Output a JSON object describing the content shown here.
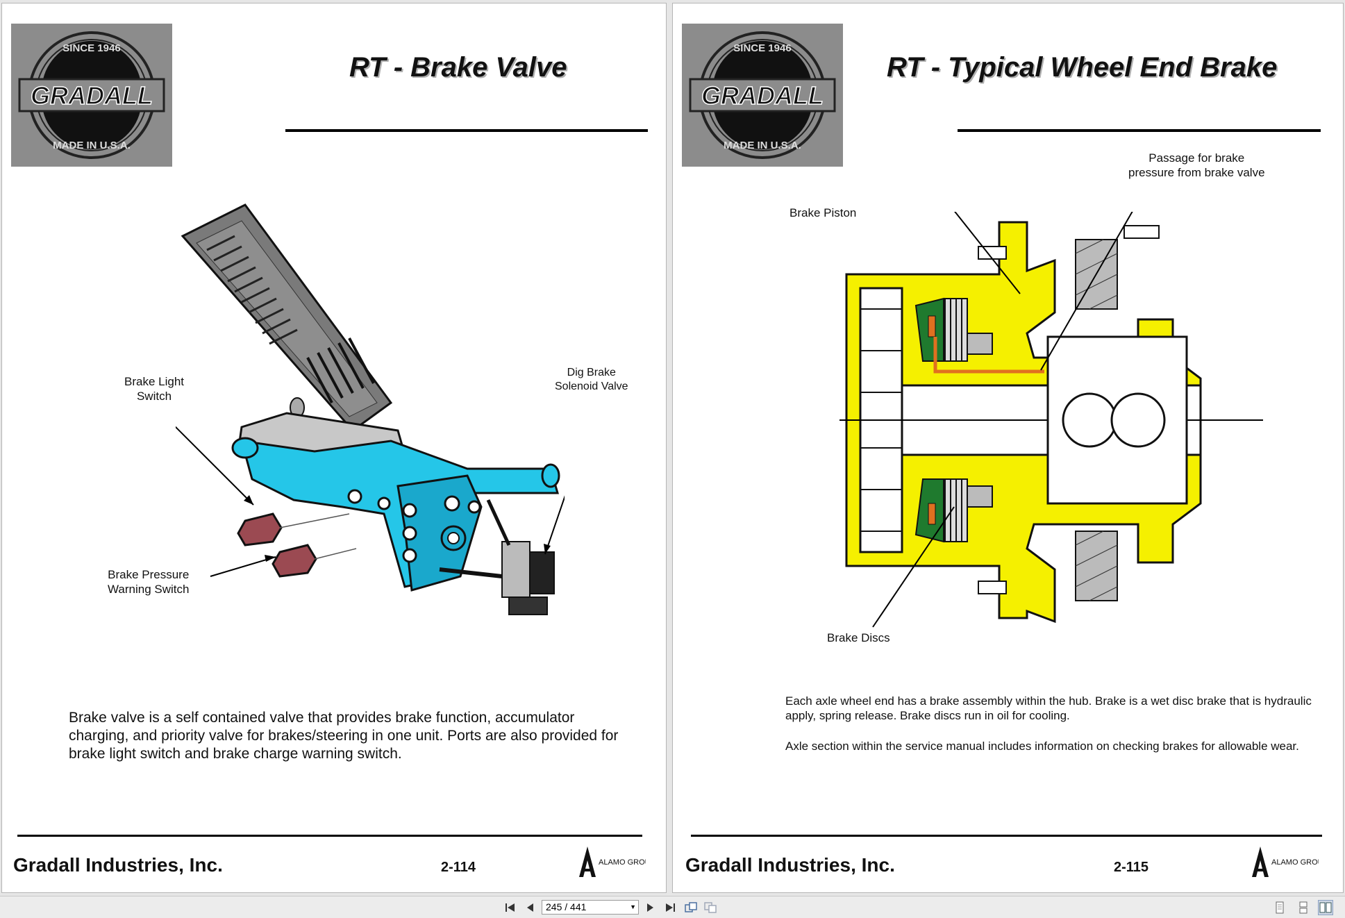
{
  "viewer": {
    "page_indicator": "245 / 441"
  },
  "left_page": {
    "logo": {
      "top": "SINCE 1946",
      "name": "GRADALL",
      "bottom": "MADE IN U.S.A."
    },
    "title": "RT - Brake Valve",
    "callouts": {
      "brake_light": [
        "Brake Light",
        "Switch"
      ],
      "dig_brake": [
        "Dig Brake",
        "Solenoid Valve"
      ],
      "brake_pressure": [
        "Brake Pressure",
        "Warning Switch"
      ]
    },
    "body": "Brake valve is a self contained valve that provides brake function, accumulator charging, and priority valve for brakes/steering in one unit. Ports are also provided for brake light switch and brake charge warning switch.",
    "company": "Gradall Industries, Inc.",
    "page_number": "2-114",
    "alamo": "ALAMO GROUP"
  },
  "right_page": {
    "logo": {
      "top": "SINCE 1946",
      "name": "GRADALL",
      "bottom": "MADE IN U.S.A."
    },
    "title": "RT - Typical Wheel End Brake",
    "callouts": {
      "passage": [
        "Passage for brake",
        "pressure from brake valve"
      ],
      "piston": "Brake Piston",
      "discs": "Brake Discs"
    },
    "body_1": "Each axle wheel end has a brake assembly within the hub. Brake is a wet disc brake that is hydraulic apply, spring release. Brake discs run in oil for cooling.",
    "body_2": "Axle section within the service manual includes information on checking brakes for allowable wear.",
    "company": "Gradall Industries, Inc.",
    "page_number": "2-115",
    "alamo": "ALAMO GROUP"
  },
  "colors": {
    "logo_bg": "#8c8c8c",
    "valve_blue": "#25c6e8",
    "hub_yellow": "#f5f000",
    "piston_green": "#1f7a2e",
    "passage_orange": "#e07020"
  }
}
